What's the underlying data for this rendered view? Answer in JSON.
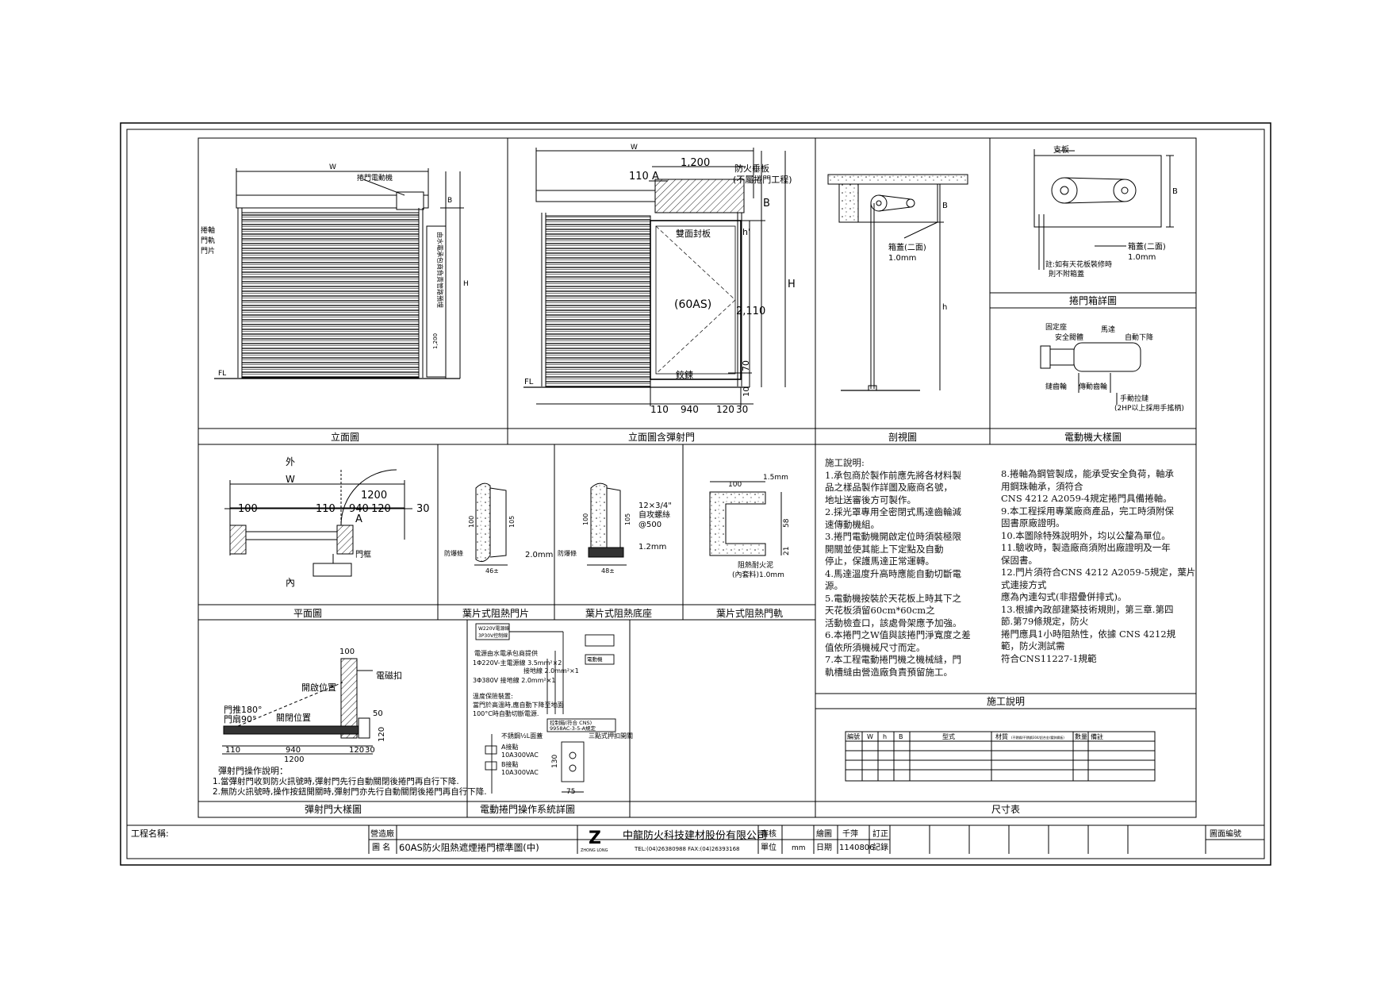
{
  "views": {
    "elevation": {
      "title": "立面圖",
      "width_label": "W",
      "motor_label": "捲門電動機",
      "shaft_label": "捲軸",
      "rail_label": "門軌",
      "panel_label": "門片",
      "floor_label": "FL",
      "dim_b": "B",
      "dim_h": "H",
      "dim_1200": "1,200",
      "vertical_note": "由水電承包商負責管路預埋"
    },
    "elevation_door": {
      "title": "立面圖含彈射門",
      "width_label": "W",
      "dim_1200": "1,200",
      "dim_110": "110",
      "dim_a": "A",
      "dim_b": "B",
      "dim_h": "H",
      "dim_h_prime": "h'",
      "dim_2110": "2,110",
      "dim_70": "70",
      "dim_10": "10",
      "bottom_dims": [
        "110",
        "940",
        "120",
        "30"
      ],
      "fire_plate_label": "防火垂板",
      "fire_plate_sub": "(不屬捲門工程)",
      "double_seal_label": "雙面封板",
      "door_model": "(60AS)",
      "hinge_label": "鉸鍊",
      "floor_label": "FL"
    },
    "section": {
      "title": "剖視圖",
      "dim_b": "B",
      "dim_h": "h",
      "box_label": "箱蓋(二面)",
      "box_thk": "1.0mm"
    },
    "box_detail": {
      "title": "捲門箱詳圖",
      "bracket_label": "支板",
      "dim_b": "B",
      "box_label": "箱蓋(二面)",
      "box_thk": "1.0mm",
      "note_line1": "註:如有天花板裝修時",
      "note_line2": "則不附箱蓋"
    },
    "motor": {
      "title": "電動機大樣圖",
      "fixed_seat": "固定座",
      "safety_valve": "安全閥體",
      "motor": "馬達",
      "auto_down": "自動下降",
      "chain_wheel": "鏈齒輪",
      "drive_wheel": "傳動齒輪",
      "manual_chain": "手動拉鏈",
      "manual_note": "(2HP以上採用手搖柄)"
    },
    "plan": {
      "title": "平面圖",
      "outside": "外",
      "inside": "內",
      "width_label": "W",
      "dims_top": [
        "100",
        "110",
        "1200",
        "940",
        "120",
        "30"
      ],
      "dim_a": "A",
      "frame_label": "門框"
    },
    "slat": {
      "title": "葉片式阻熱門片",
      "dim_100": "100",
      "dim_105": "105",
      "dim_46": "46±",
      "thk": "2.0mm",
      "fire_label": "防爆條"
    },
    "base": {
      "title": "葉片式阻熱底座",
      "dim_100": "100",
      "dim_105": "105",
      "dim_48": "48±",
      "screw": "12×3/4\"",
      "screw2": "自攻螺絲",
      "screw3": "@500",
      "thk": "1.2mm",
      "fire_label": "防爆條"
    },
    "rail": {
      "title": "葉片式阻熱門軌",
      "dim_100": "100",
      "thk": "1.5mm",
      "dim_21": "21",
      "dim_58": "58",
      "fill_label": "阻熱耐火泥",
      "fill_sub": "(內套料)1.0mm"
    },
    "spring_door": {
      "title": "彈射門大樣圖",
      "dim_100": "100",
      "magnet": "電磁扣",
      "open_pos": "開啟位置",
      "push_180": "門推180°",
      "pull_90": "門扇90°",
      "closed_pos": "關閉位置",
      "dim_50": "50",
      "dims_bottom": [
        "110",
        "940",
        "120",
        "30"
      ],
      "dim_1200": "1200",
      "dim_120": "120",
      "instr_title": "彈射門操作說明：",
      "instr_1": "1.當彈射門收到防火訊號時,彈射門先行自動關閉後捲門再自行下降.",
      "instr_2": "2.無防火訊號時,操作按鈕開關時,彈射門亦先行自動關閉後捲門再自行下降."
    },
    "control": {
      "title": "電動捲門操作系統詳圖",
      "power_line": "電源由水電承包商提供",
      "p1": "1Φ220V-主電源線 3.5mm²×2",
      "p1b": "接地線 2.0mm²×1",
      "p3": "3Φ380V 接地線 2.0mm²×1",
      "temp_title": "溫度保險裝置:",
      "temp_1": "當門於高溫時,應自動下降至地面",
      "temp_2": "100°C時自動切斷電源.",
      "ctrl_box": "控制箱(符合 CNS)",
      "ctrl_box2": "9958AC-3-5-A規定",
      "motor_box": "電動機",
      "stop_label": "不銹鋼½L面蓋",
      "a_contact": "A接點",
      "a_rating": "10A300VAC",
      "b_contact": "B接點",
      "b_rating": "10A300VAC",
      "switch_label": "三點式押扣開關",
      "dim_130": "130",
      "dim_75": "75",
      "top_box_1": "W220V電源線",
      "top_box_2": "3P30V控制線"
    },
    "notes": {
      "title": "施工說明",
      "col1": [
        "施工說明:",
        "1.承包商於製作前應先將各材料製",
        "品之樣品製作詳圖及廠商名號，",
        "地址送審後方可製作。",
        "2.採光罩專用全密閉式馬達齒輪減",
        "速傳動機組。",
        "3.捲門電動機開啟定位時須裝極限",
        "開關並使其能上下定點及自動",
        "停止，保護馬達正常運轉。",
        "4.馬達溫度升高時應能自動切斷電",
        "源。",
        "5.電動機按裝於天花板上時其下之",
        "天花板須留60cm*60cm之",
        "活動檢查口，該處骨架應予加強。",
        "6.本捲門之W值與該捲門淨寬度之差",
        "值依所須機械尺寸而定。",
        "7.本工程電動捲門機之機械縫，門",
        "軌槽縫由營造廠負責預留施工。"
      ],
      "col2": [
        "8.捲軸為鋼管製成，能承受安全負荷，軸承",
        "用鋼珠軸承，須符合",
        "CNS 4212  A2059-4規定捲門具備捲軸。",
        "9.本工程採用專業廠商產品，完工時須附保",
        "固書原廠證明。",
        "10.本圖除特殊說明外，均以公釐為單位。",
        "11.驗收時，製造廠商須附出廠證明及一年",
        "保固書。",
        "12.門片須符合CNS 4212  A2059-5規定，葉片",
        "式連接方式",
        "應為內連勾式(非摺疊併排式)。",
        "13.根據內政部建築技術規則，第三章.第四",
        "節.第79條規定，防火",
        "捲門應具1小時阻熱性，依據 CNS 4212規",
        "範，防火測試需",
        "符合CNS11227-1規範"
      ]
    },
    "size_table": {
      "title": "尺寸表",
      "headers": [
        "編號",
        "W",
        "h",
        "B",
        "型式",
        "材質",
        "數量",
        "備註"
      ],
      "material_sub": "(不銹鋼/不銹鋼304/鋁合金/鍍鋅鋼板)"
    }
  },
  "title_block": {
    "project_label": "工程名稱:",
    "contractor_label": "營造廠",
    "drawing_name_label": "圖 名",
    "drawing_name": "60AS防火阻熱遮煙捲門標準圖(中)",
    "logo_letter": "Z",
    "logo_sub": "ZHONG LONG",
    "company": "中龍防火科技建材股份有限公司",
    "tel_fax": "TEL:(04)26380988  FAX:(04)26393168",
    "review_label": "審核",
    "unit_label": "單位",
    "unit_value": "mm",
    "drawn_label": "繪圖",
    "drawn_value": "千萍",
    "date_label": "日期",
    "date_value": "1140806",
    "revise_label": "訂正",
    "record_label": "記錄",
    "drawing_no_label": "圖面編號"
  }
}
